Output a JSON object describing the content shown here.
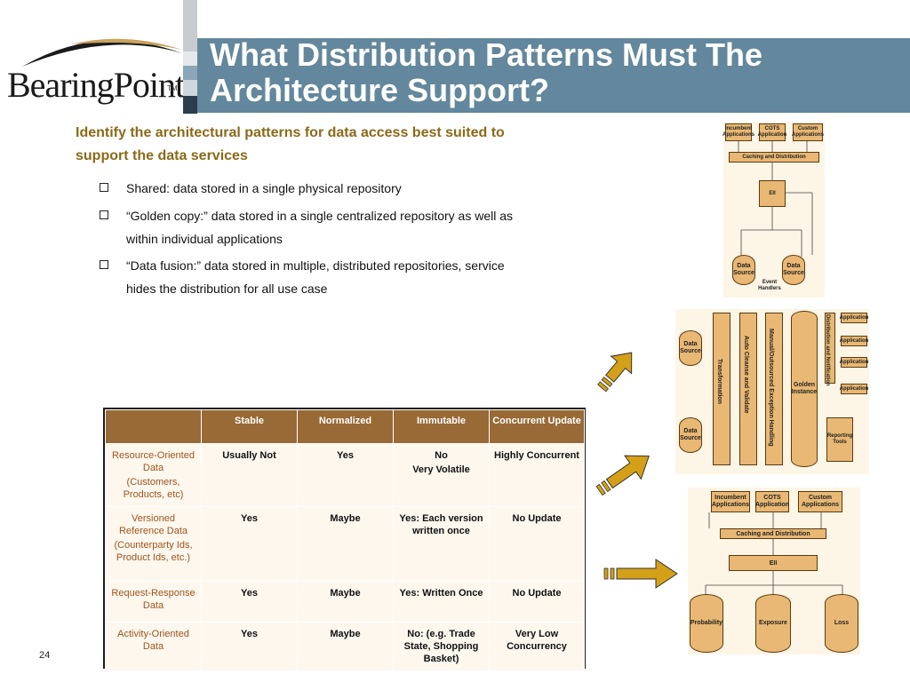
{
  "header": {
    "title_line1": "What Distribution Patterns Must The",
    "title_line2": "Architecture Support?",
    "logo_text": "BearingPoint",
    "logo_tm": "TM"
  },
  "content": {
    "headline_line1": "Identify the architectural patterns for data access best suited to",
    "headline_line2": "support the data services",
    "bullets": [
      {
        "line1": "Shared: data stored in a single physical repository",
        "line2": ""
      },
      {
        "line1": "“Golden copy:” data stored in a single centralized repository as well as",
        "line2": "within individual applications"
      },
      {
        "line1": "“Data fusion:” data stored in multiple, distributed repositories, service",
        "line2": "hides the distribution for all use case"
      }
    ]
  },
  "table": {
    "headers": [
      "",
      "Stable",
      "Normalized",
      "Immutable",
      "Concurrent Update"
    ],
    "rows": [
      {
        "name1": "Resource-Oriented Data",
        "name2": "(Customers, Products, etc)",
        "stable": "Usually Not",
        "normalized": "Yes",
        "immutable1": "No",
        "immutable2": "Very Volatile",
        "concurrent": "Highly Concurrent"
      },
      {
        "name1": "Versioned Reference Data",
        "name2": "(Counterparty Ids, Product Ids, etc.)",
        "stable": "Yes",
        "normalized": "Maybe",
        "immutable1": "Yes:  Each version written once",
        "immutable2": "",
        "concurrent": "No Update"
      },
      {
        "name1": "Request-Response Data",
        "name2": "",
        "stable": "Yes",
        "normalized": "Maybe",
        "immutable1": "Yes: Written Once",
        "immutable2": "",
        "concurrent": "No Update"
      },
      {
        "name1": "Activity-Oriented Data",
        "name2": "",
        "stable": "Yes",
        "normalized": "Maybe",
        "immutable1": "No: (e.g. Trade State, Shopping Basket)",
        "immutable2": "",
        "concurrent": "Very Low Concurrency"
      }
    ]
  },
  "page_number": "24",
  "diagram1": {
    "incumbent": "Incumbent Applications",
    "cots": "COTS Application",
    "custom": "Custom Applications",
    "caching": "Caching and Distribution",
    "eii": "EII",
    "ds1": "Data Source",
    "ds2": "Data Source",
    "event": "Event Handlers"
  },
  "diagram2": {
    "ds1": "Data Source",
    "ds2": "Data Source",
    "transformation": "Transformation",
    "auto": "Auto Cleanse and Validate",
    "manual": "Manual/Outsourced Exception Handling",
    "golden": "Golden Instance",
    "dist": "Distribution and Notification",
    "app1": "Application",
    "app2": "Application",
    "app3": "Application",
    "app4": "Application",
    "reporting": "Reporting Tools"
  },
  "diagram3": {
    "incumbent": "Incumbent Applications",
    "cots": "COTS Application",
    "custom": "Custom Applications",
    "caching": "Caching and Distribution",
    "eii": "EII",
    "probability": "Probability",
    "exposure": "Exposure",
    "loss": "Loss"
  },
  "colors": {
    "title_bar": "#63879c",
    "headline": "#8a6a1a",
    "table_header": "#986a36",
    "table_cell": "#fdf7ee",
    "row_label": "#a0541a",
    "arrow_fill": "#d4a017"
  }
}
